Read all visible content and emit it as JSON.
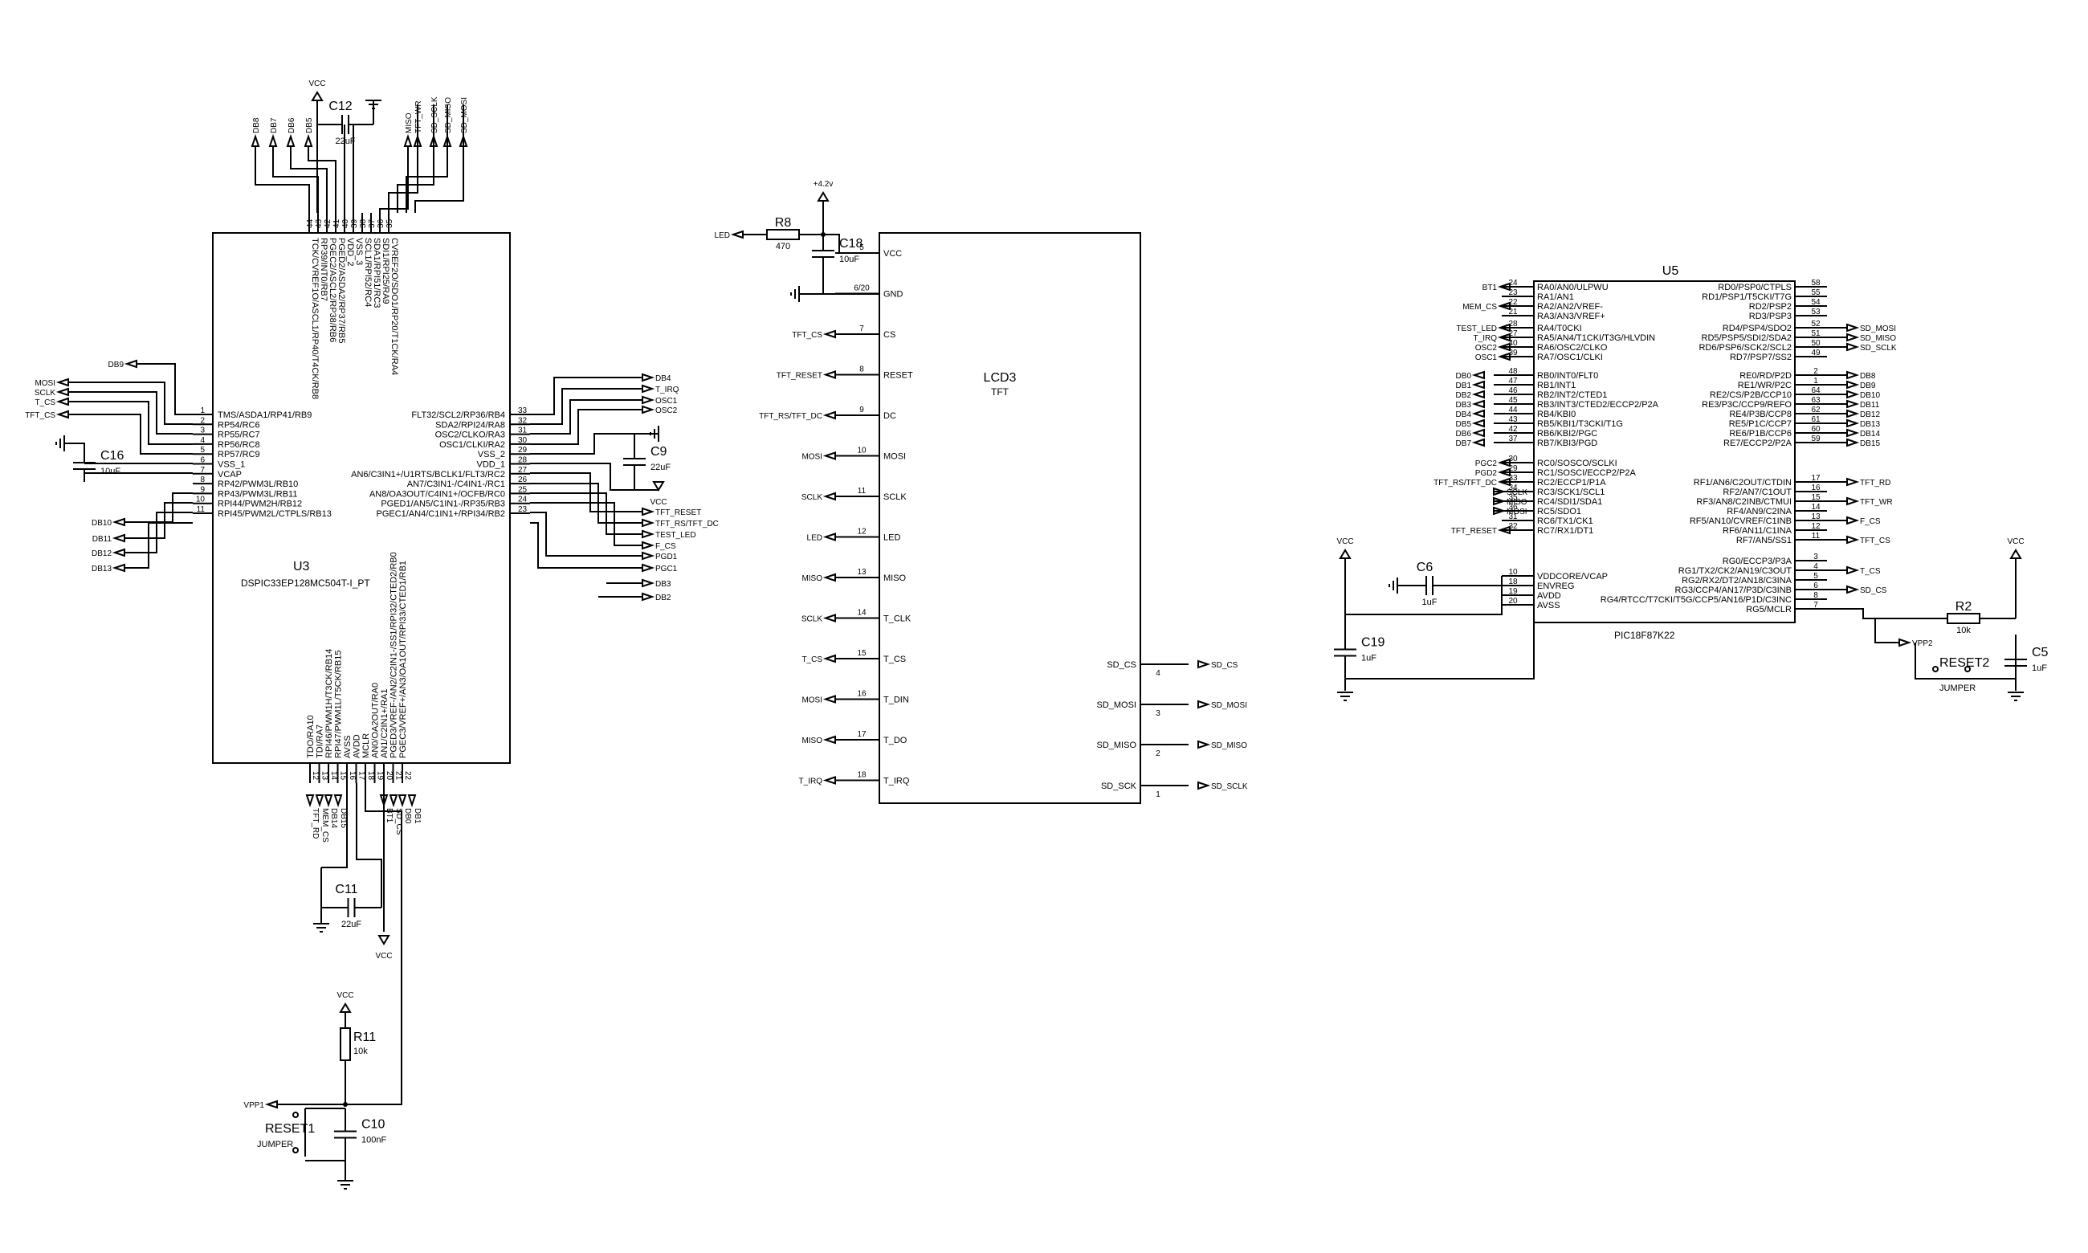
{
  "u3": {
    "ref": "U3",
    "part": "DSPIC33EP128MC504T-I_PT",
    "pins_left": [
      {
        "n": "1",
        "name": "TMS/ASDA1/RP41/RB9"
      },
      {
        "n": "2",
        "name": "RP54/RC6"
      },
      {
        "n": "3",
        "name": "RP55/RC7"
      },
      {
        "n": "4",
        "name": "RP56/RC8"
      },
      {
        "n": "5",
        "name": "RP57/RC9"
      },
      {
        "n": "6",
        "name": "VSS_1"
      },
      {
        "n": "7",
        "name": "VCAP"
      },
      {
        "n": "8",
        "name": "RP42/PWM3L/RB10"
      },
      {
        "n": "9",
        "name": "RP43/PWM3L/RB11"
      },
      {
        "n": "10",
        "name": "RPI44/PWM2H/RB12"
      },
      {
        "n": "11",
        "name": "RPI45/PWM2L/CTPLS/RB13"
      }
    ],
    "pins_right": [
      {
        "n": "33",
        "name": "FLT32/SCL2/RP36/RB4"
      },
      {
        "n": "32",
        "name": "SDA2/RPI24/RA8"
      },
      {
        "n": "31",
        "name": "OSC2/CLKO/RA3"
      },
      {
        "n": "30",
        "name": "OSC1/CLKI/RA2"
      },
      {
        "n": "29",
        "name": "VSS_2"
      },
      {
        "n": "28",
        "name": "VDD_1"
      },
      {
        "n": "27",
        "name": "AN6/C3IN1+/U1RTS/BCLK1/FLT3/RC2"
      },
      {
        "n": "26",
        "name": "AN7/C3IN1-/C4IN1-/RC1"
      },
      {
        "n": "25",
        "name": "AN8/OA3OUT/C4IN1+/OCFB/RC0"
      },
      {
        "n": "24",
        "name": "PGED1/AN5/C1IN1-/RP35/RB3"
      },
      {
        "n": "23",
        "name": "PGEC1/AN4/C1IN1+/RPI34/RB2"
      }
    ],
    "pins_top": [
      {
        "n": "44",
        "name": "TCK/CVREF1O/ASCL1/RP40/T4CK/RB8"
      },
      {
        "n": "43",
        "name": "RP39/INT0/RB7"
      },
      {
        "n": "42",
        "name": "PGEC2/ASCL2/RP38/RB6"
      },
      {
        "n": "41",
        "name": "PGED2/ASDA2/RP37/RB5"
      },
      {
        "n": "40",
        "name": "VDD_2"
      },
      {
        "n": "39",
        "name": "VSS_3"
      },
      {
        "n": "38",
        "name": "SCL1/RPI52/RC4"
      },
      {
        "n": "37",
        "name": "SDA1/RPI51/RC3"
      },
      {
        "n": "36",
        "name": "SDI1/RPI25/RA9"
      },
      {
        "n": "35",
        "name": "CVREF2O/SDO1/RP20/T1CK/RA4"
      }
    ],
    "pins_bottom": [
      {
        "n": "12",
        "name": "TDO/RA10"
      },
      {
        "n": "13",
        "name": "TDI/RA7"
      },
      {
        "n": "14",
        "name": "RPI46/PWM1H/T3CK/RB14"
      },
      {
        "n": "15",
        "name": "RPI47/PWM1L/T5CK/RB15"
      },
      {
        "n": "16",
        "name": "AVSS"
      },
      {
        "n": "17",
        "name": "AVDD"
      },
      {
        "n": "18",
        "name": "MCLR"
      },
      {
        "n": "19",
        "name": "AN0/OA2OUT/RA0"
      },
      {
        "n": "20",
        "name": "AN1/C2IN1+/RA1"
      },
      {
        "n": "21",
        "name": "PGED3/VREF-/AN2/C2IN1-/SS1/RPI32/CTED2/RB0"
      },
      {
        "n": "22",
        "name": "PGEC3/VREF+/AN3/OA1OUT/RPI33/CTED1/RB1"
      }
    ],
    "nets_left": [
      "MOSI",
      "SCLK",
      "T_CS",
      "TFT_CS"
    ],
    "net_db9": "DB9",
    "nets_left_low": [
      "DB10",
      "DB11",
      "DB12",
      "DB13"
    ],
    "nets_right": [
      "DB4",
      "T_IRQ",
      "OSC1",
      "OSC2"
    ],
    "nets_right_low": [
      "TFT_RESET",
      "TFT_RS/TFT_DC",
      "TEST_LED",
      "F_CS",
      "PGD1",
      "PGC1",
      "DB3",
      "DB2"
    ],
    "vcc_right": "VCC",
    "nets_top": [
      "DB8",
      "DB7",
      "DB6",
      "DB5",
      "MISO",
      "TFT_WR",
      "SD_SCLK",
      "SD_MISO",
      "SD_MOSI"
    ],
    "nets_bottom": [
      "TFT_RD",
      "MEM_CS",
      "DB14",
      "DB15",
      "BT1",
      "SD_CS",
      "DB0",
      "DB1"
    ]
  },
  "caps": {
    "c12": {
      "ref": "C12",
      "val": "22uF"
    },
    "c16": {
      "ref": "C16",
      "val": "10uF"
    },
    "c9": {
      "ref": "C9",
      "val": "22uF"
    },
    "c11": {
      "ref": "C11",
      "val": "22uF"
    },
    "c10": {
      "ref": "C10",
      "val": "100nF"
    },
    "c18": {
      "ref": "C18",
      "val": "10uF"
    },
    "c6": {
      "ref": "C6",
      "val": "1uF"
    },
    "c19": {
      "ref": "C19",
      "val": "1uF"
    },
    "c5": {
      "ref": "C5",
      "val": "1uF"
    }
  },
  "res": {
    "r11": {
      "ref": "R11",
      "val": "10k"
    },
    "r8": {
      "ref": "R8",
      "val": "470"
    },
    "r2": {
      "ref": "R2",
      "val": "10k"
    }
  },
  "power": {
    "vcc": "VCC",
    "v42": "+4.2v"
  },
  "reset1": {
    "ref": "RESET1",
    "part": "JUMPER",
    "net": "VPP1"
  },
  "reset2": {
    "ref": "RESET2",
    "part": "JUMPER",
    "net": "VPP2"
  },
  "lcd": {
    "ref": "LCD3",
    "part": "TFT",
    "led_net": "LED",
    "left_pins": [
      {
        "n": "5",
        "name": "VCC",
        "net": ""
      },
      {
        "n": "6/20",
        "name": "GND",
        "net": ""
      },
      {
        "n": "7",
        "name": "CS",
        "net": "TFT_CS"
      },
      {
        "n": "8",
        "name": "RESET",
        "net": "TFT_RESET"
      },
      {
        "n": "9",
        "name": "DC",
        "net": "TFT_RS/TFT_DC"
      },
      {
        "n": "10",
        "name": "MOSI",
        "net": "MOSI"
      },
      {
        "n": "11",
        "name": "SCLK",
        "net": "SCLK"
      },
      {
        "n": "12",
        "name": "LED",
        "net": "LED"
      },
      {
        "n": "13",
        "name": "MISO",
        "net": "MISO"
      },
      {
        "n": "14",
        "name": "T_CLK",
        "net": "SCLK"
      },
      {
        "n": "15",
        "name": "T_CS",
        "net": "T_CS"
      },
      {
        "n": "16",
        "name": "T_DIN",
        "net": "MOSI"
      },
      {
        "n": "17",
        "name": "T_DO",
        "net": "MISO"
      },
      {
        "n": "18",
        "name": "T_IRQ",
        "net": "T_IRQ"
      }
    ],
    "right_pins": [
      {
        "n": "4",
        "name": "SD_CS",
        "net": "SD_CS"
      },
      {
        "n": "3",
        "name": "SD_MOSI",
        "net": "SD_MOSI"
      },
      {
        "n": "2",
        "name": "SD_MISO",
        "net": "SD_MISO"
      },
      {
        "n": "1",
        "name": "SD_SCK",
        "net": "SD_SCLK"
      }
    ]
  },
  "u5": {
    "ref": "U5",
    "part": "PIC18F87K22",
    "left_pins": [
      {
        "n": "24",
        "name": "RA0/AN0/ULPWU",
        "net": "BT1"
      },
      {
        "n": "23",
        "name": "RA1/AN1",
        "net": ""
      },
      {
        "n": "22",
        "name": "RA2/AN2/VREF-",
        "net": "MEM_CS"
      },
      {
        "n": "21",
        "name": "RA3/AN3/VREF+",
        "net": ""
      },
      {
        "n": "28",
        "name": "RA4/T0CKI",
        "net": "TEST_LED"
      },
      {
        "n": "27",
        "name": "RA5/AN4/T1CKI/T3G/HLVDIN",
        "net": "T_IRQ"
      },
      {
        "n": "40",
        "name": "RA6/OSC2/CLKO",
        "net": "OSC2"
      },
      {
        "n": "39",
        "name": "RA7/OSC1/CLKI",
        "net": "OSC1"
      },
      {
        "n": "48",
        "name": "RB0/INT0/FLT0",
        "net": "DB0"
      },
      {
        "n": "47",
        "name": "RB1/INT1",
        "net": "DB1"
      },
      {
        "n": "46",
        "name": "RB2/INT2/CTED1",
        "net": "DB2"
      },
      {
        "n": "45",
        "name": "RB3/INT3/CTED2/ECCP2/P2A",
        "net": "DB3"
      },
      {
        "n": "44",
        "name": "RB4/KBI0",
        "net": "DB4"
      },
      {
        "n": "43",
        "name": "RB5/KBI1/T3CKI/T1G",
        "net": "DB5"
      },
      {
        "n": "42",
        "name": "RB6/KBI2/PGC",
        "net": "DB6"
      },
      {
        "n": "37",
        "name": "RB7/KBI3/PGD",
        "net": "DB7"
      },
      {
        "n": "30",
        "name": "RC0/SOSCO/SCLKI",
        "net": "PGC2"
      },
      {
        "n": "29",
        "name": "RC1/SOSCI/ECCP2/P2A",
        "net": "PGD2"
      },
      {
        "n": "33",
        "name": "RC2/ECCP1/P1A",
        "net": "TFT_RS/TFT_DC"
      },
      {
        "n": "34",
        "name": "RC3/SCK1/SCL1",
        "net": "SCLK"
      },
      {
        "n": "35",
        "name": "RC4/SDI1/SDA1",
        "net": "MISO"
      },
      {
        "n": "36",
        "name": "RC5/SDO1",
        "net": "MOSI"
      },
      {
        "n": "31",
        "name": "RC6/TX1/CK1",
        "net": ""
      },
      {
        "n": "32",
        "name": "RC7/RX1/DT1",
        "net": "TFT_RESET"
      },
      {
        "n": "10",
        "name": "VDDCORE/VCAP",
        "net": ""
      },
      {
        "n": "18",
        "name": "ENVREG",
        "net": ""
      },
      {
        "n": "19",
        "name": "AVDD",
        "net": ""
      },
      {
        "n": "20",
        "name": "AVSS",
        "net": ""
      }
    ],
    "right_pins": [
      {
        "n": "58",
        "name": "RD0/PSP0/CTPLS",
        "net": ""
      },
      {
        "n": "55",
        "name": "RD1/PSP1/T5CKI/T7G",
        "net": ""
      },
      {
        "n": "54",
        "name": "RD2/PSP2",
        "net": ""
      },
      {
        "n": "53",
        "name": "RD3/PSP3",
        "net": ""
      },
      {
        "n": "52",
        "name": "RD4/PSP4/SDO2",
        "net": "SD_MOSI"
      },
      {
        "n": "51",
        "name": "RD5/PSP5/SDI2/SDA2",
        "net": "SD_MISO"
      },
      {
        "n": "50",
        "name": "RD6/PSP6/SCK2/SCL2",
        "net": "SD_SCLK"
      },
      {
        "n": "49",
        "name": "RD7/PSP7/SS2",
        "net": ""
      },
      {
        "n": "2",
        "name": "RE0/RD/P2D",
        "net": "DB8"
      },
      {
        "n": "1",
        "name": "RE1/WR/P2C",
        "net": "DB9"
      },
      {
        "n": "64",
        "name": "RE2/CS/P2B/CCP10",
        "net": "DB10"
      },
      {
        "n": "63",
        "name": "RE3/P3C/CCP9/REFO",
        "net": "DB11"
      },
      {
        "n": "62",
        "name": "RE4/P3B/CCP8",
        "net": "DB12"
      },
      {
        "n": "61",
        "name": "RE5/P1C/CCP7",
        "net": "DB13"
      },
      {
        "n": "60",
        "name": "RE6/P1B/CCP6",
        "net": "DB14"
      },
      {
        "n": "59",
        "name": "RE7/ECCP2/P2A",
        "net": "DB15"
      },
      {
        "n": "17",
        "name": "RF1/AN6/C2OUT/CTDIN",
        "net": "TFT_RD"
      },
      {
        "n": "16",
        "name": "RF2/AN7/C1OUT",
        "net": ""
      },
      {
        "n": "15",
        "name": "RF3/AN8/C2INB/CTMUI",
        "net": "TFT_WR"
      },
      {
        "n": "14",
        "name": "RF4/AN9/C2INA",
        "net": ""
      },
      {
        "n": "13",
        "name": "RF5/AN10/CVREF/C1INB",
        "net": "F_CS"
      },
      {
        "n": "12",
        "name": "RF6/AN11/C1INA",
        "net": ""
      },
      {
        "n": "11",
        "name": "RF7/AN5/SS1",
        "net": "TFT_CS"
      },
      {
        "n": "3",
        "name": "RG0/ECCP3/P3A",
        "net": ""
      },
      {
        "n": "4",
        "name": "RG1/TX2/CK2/AN19/C3OUT",
        "net": "T_CS"
      },
      {
        "n": "5",
        "name": "RG2/RX2/DT2/AN18/C3INA",
        "net": ""
      },
      {
        "n": "6",
        "name": "RG3/CCP4/AN17/P3D/C3INB",
        "net": "SD_CS"
      },
      {
        "n": "8",
        "name": "RG4/RTCC/T7CKI/T5G/CCP5/AN16/P1D/C3INC",
        "net": ""
      },
      {
        "n": "7",
        "name": "RG5/MCLR",
        "net": ""
      }
    ]
  }
}
